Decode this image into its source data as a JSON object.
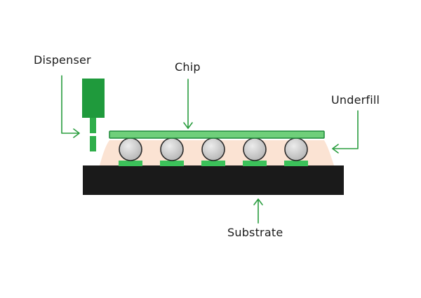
{
  "labels": {
    "dispenser": "Dispenser",
    "chip": "Chip",
    "underfill": "Underfill",
    "substrate": "Substrate"
  },
  "colors": {
    "background": "#ffffff",
    "chip_fill": "#6fcf7a",
    "chip_stroke": "#1f8a3a",
    "dispenser_body": "#1f9a3c",
    "dispenser_nozzle": "#2fae4a",
    "pad_fill": "#3cc25a",
    "underfill": "#fbe3d3",
    "substrate": "#1a1a1a",
    "ball_light": "#ececec",
    "ball_dark": "#b8b8b8",
    "ball_stroke": "#2a2a2a",
    "arrow": "#2a9d3f"
  },
  "bump_count": 5
}
